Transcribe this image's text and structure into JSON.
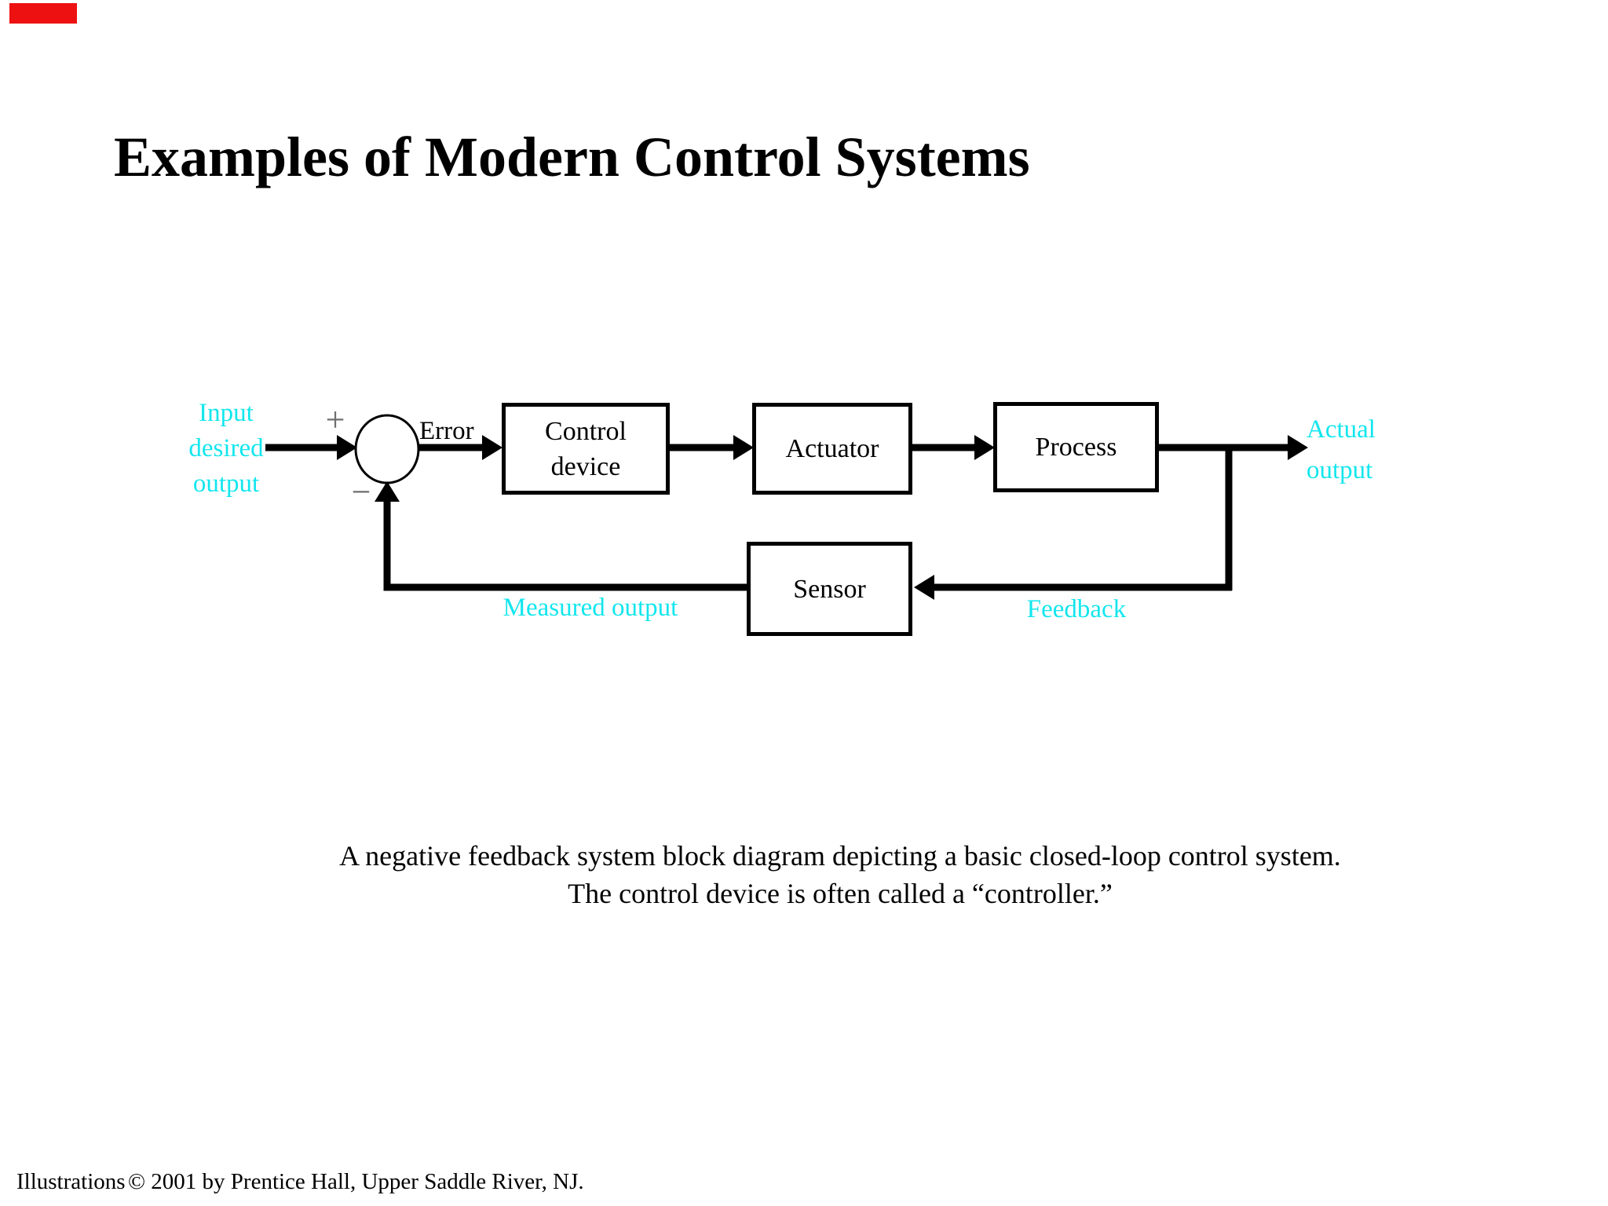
{
  "title": "Examples of Modern Control Systems",
  "colors": {
    "ink": "#000000",
    "cyan": "#12e6ee",
    "gray": "#6e6e6e",
    "red": "#ee1111",
    "bg": "#ffffff"
  },
  "diagram": {
    "input_label": {
      "l1": "Input",
      "l2": "desired",
      "l3": "output"
    },
    "sum_plus": "+",
    "sum_minus": "−",
    "error_label": "Error",
    "blocks": {
      "control": {
        "l1": "Control",
        "l2": "device"
      },
      "actuator": "Actuator",
      "process": "Process",
      "sensor": "Sensor"
    },
    "actual_label": {
      "l1": "Actual",
      "l2": "output"
    },
    "measured_label": "Measured output",
    "feedback_label": "Feedback"
  },
  "caption": {
    "line1": "A negative feedback system block diagram depicting a basic closed-loop control system.",
    "line2": "The control device is often called a “controller.”"
  },
  "footer": {
    "label": "Illustrations",
    "copyright": "© 2001 by Prentice Hall, Upper Saddle River, NJ."
  }
}
